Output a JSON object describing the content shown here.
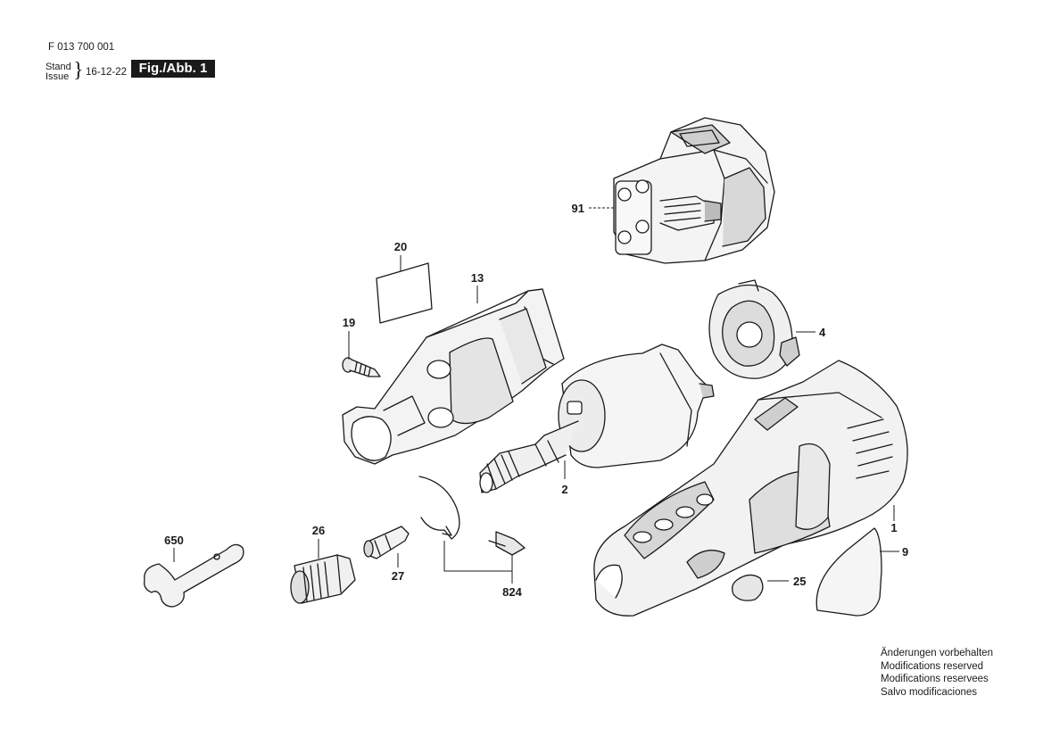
{
  "header": {
    "doc_code": "F 013 700 001",
    "stand_label": "Stand",
    "issue_label": "Issue",
    "date": "16-12-22",
    "figure_label": "Fig./Abb. 1"
  },
  "parts": [
    {
      "id": "part-91",
      "label": "91"
    },
    {
      "id": "part-20",
      "label": "20"
    },
    {
      "id": "part-13",
      "label": "13"
    },
    {
      "id": "part-19",
      "label": "19"
    },
    {
      "id": "part-4",
      "label": "4"
    },
    {
      "id": "part-2",
      "label": "2"
    },
    {
      "id": "part-1",
      "label": "1"
    },
    {
      "id": "part-650",
      "label": "650"
    },
    {
      "id": "part-26",
      "label": "26"
    },
    {
      "id": "part-27",
      "label": "27"
    },
    {
      "id": "part-824",
      "label": "824"
    },
    {
      "id": "part-9",
      "label": "9"
    },
    {
      "id": "part-25",
      "label": "25"
    }
  ],
  "notice": [
    "Änderungen vorbehalten",
    "Modifications reserved",
    "Modifications reservees",
    "Salvo modificaciones"
  ]
}
